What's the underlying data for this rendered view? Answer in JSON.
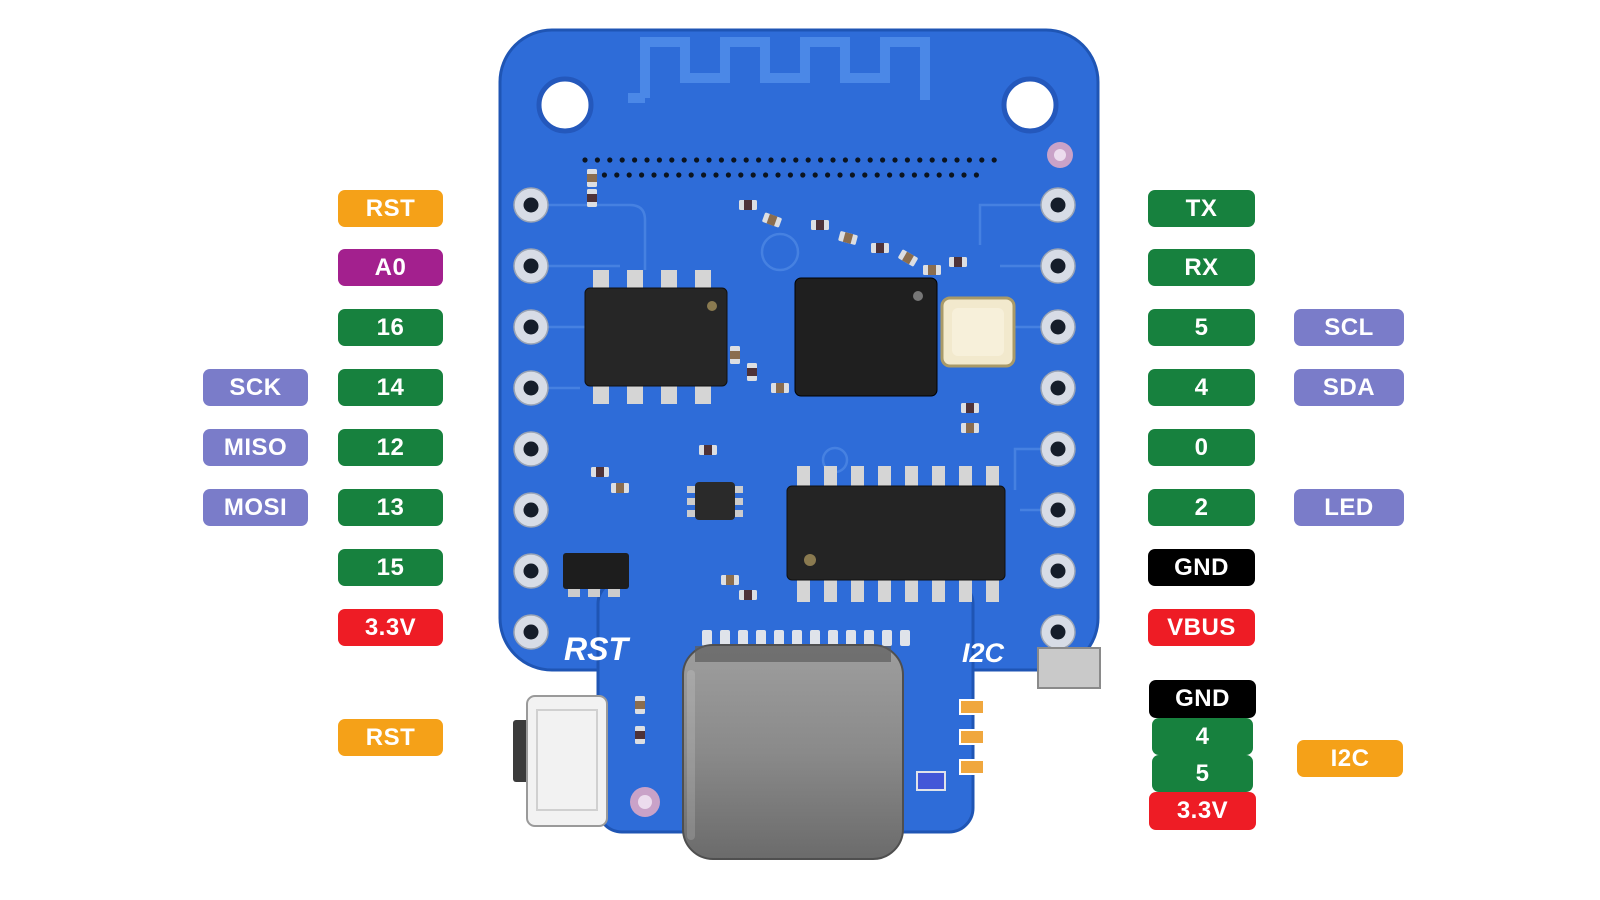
{
  "colors": {
    "orange": "#F5A118",
    "magenta": "#A3208E",
    "green": "#17813E",
    "slate": "#7A7CC9",
    "red": "#EE1C25",
    "black": "#000000",
    "board_blue": "#2E6CD8",
    "trace_blue": "#4F8CE9"
  },
  "left_pins": [
    {
      "label": "RST",
      "color": "orange"
    },
    {
      "label": "A0",
      "color": "magenta"
    },
    {
      "label": "16",
      "color": "green"
    },
    {
      "label": "14",
      "color": "green",
      "alt_label": "SCK"
    },
    {
      "label": "12",
      "color": "green",
      "alt_label": "MISO"
    },
    {
      "label": "13",
      "color": "green",
      "alt_label": "MOSI"
    },
    {
      "label": "15",
      "color": "green"
    },
    {
      "label": "3.3V",
      "color": "red"
    },
    {
      "label": "RST",
      "color": "orange"
    }
  ],
  "right_pins": [
    {
      "label": "TX",
      "color": "green"
    },
    {
      "label": "RX",
      "color": "green"
    },
    {
      "label": "5",
      "color": "green",
      "alt_label": "SCL"
    },
    {
      "label": "4",
      "color": "green",
      "alt_label": "SDA"
    },
    {
      "label": "0",
      "color": "green"
    },
    {
      "label": "2",
      "color": "green",
      "alt_label": "LED"
    },
    {
      "label": "GND",
      "color": "black"
    },
    {
      "label": "VBUS",
      "color": "red"
    }
  ],
  "i2c_group": {
    "pins": [
      {
        "label": "GND",
        "color": "black"
      },
      {
        "label": "4",
        "color": "green"
      },
      {
        "label": "5",
        "color": "green"
      },
      {
        "label": "3.3V",
        "color": "red"
      }
    ],
    "side_label": {
      "label": "I2C",
      "color": "orange"
    }
  },
  "board_text": {
    "rst": "RST",
    "i2c": "I2C"
  }
}
